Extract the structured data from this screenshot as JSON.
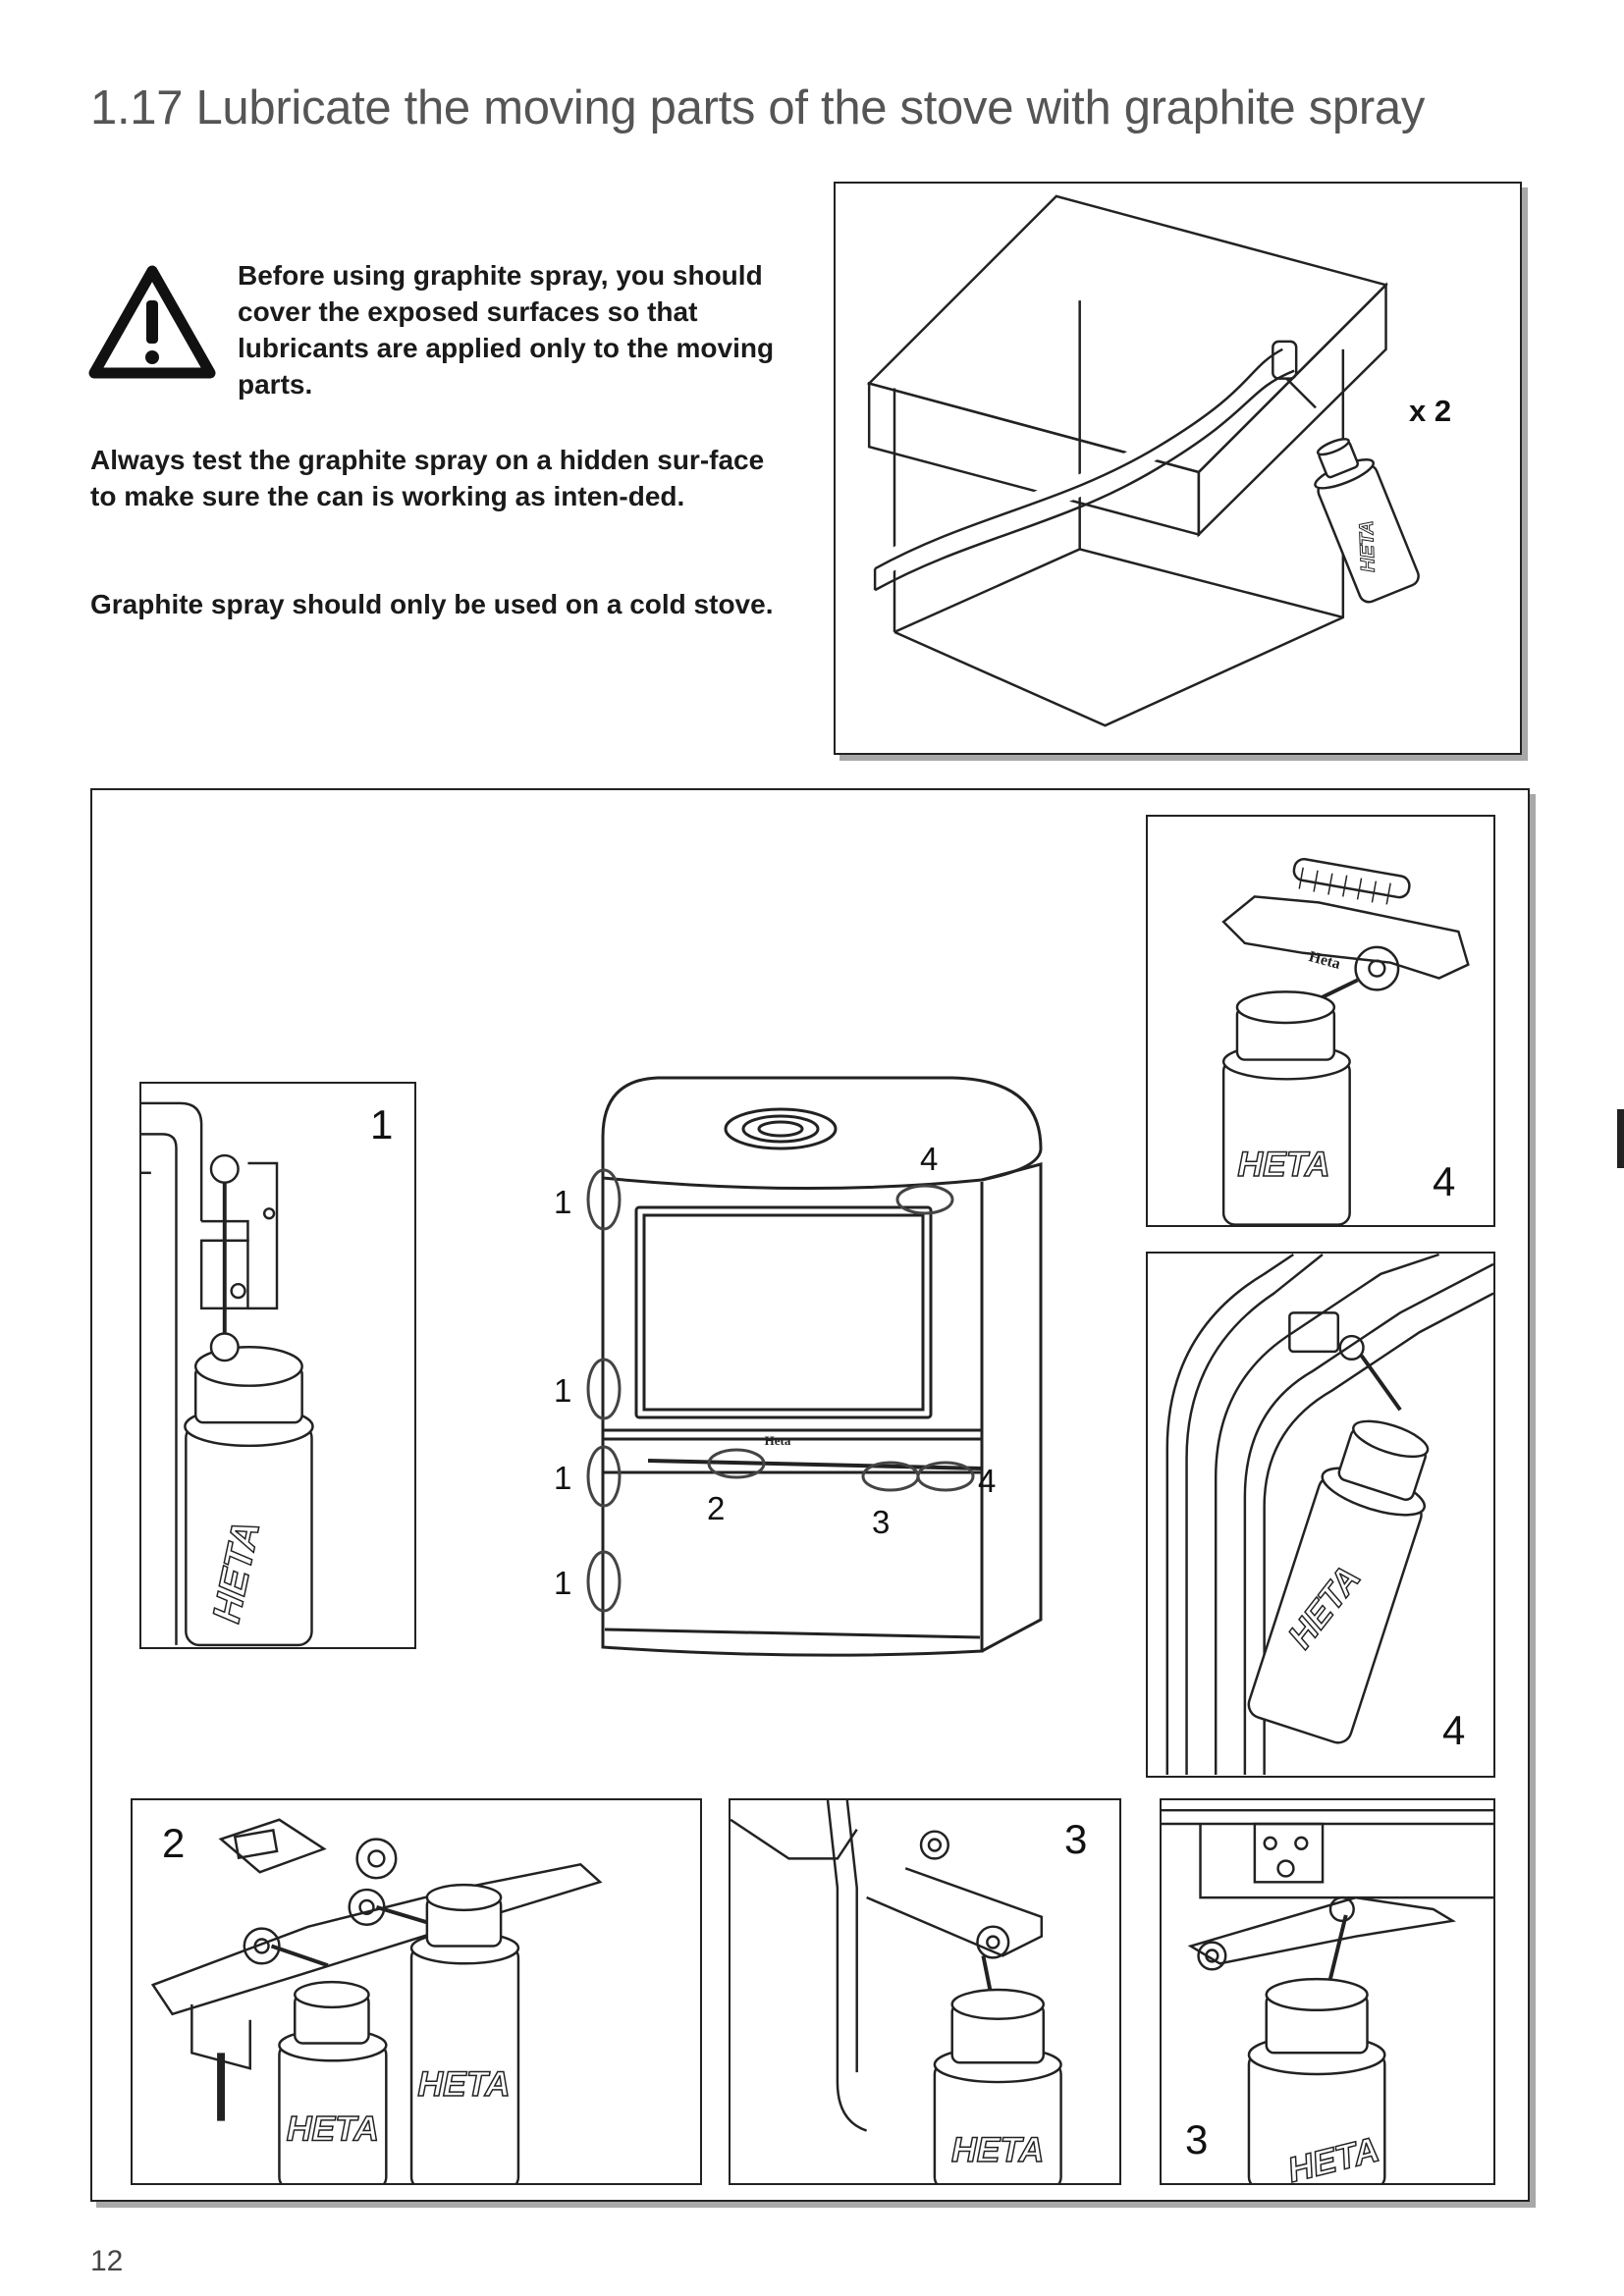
{
  "page": {
    "title": "1.17 Lubricate the moving parts of the stove with graphite spray",
    "warning": "Before using graphite spray, you should cover the exposed surfaces so that lubricants are applied only to the moving parts.",
    "paragraphs": [
      "Always test the graphite spray on a hidden sur-face to make sure the can is working as inten-ded.",
      "Graphite spray should only be used on a cold stove."
    ],
    "page_number": "12"
  },
  "top_figure": {
    "multiplier": "x 2",
    "can_brand": "HETA"
  },
  "main_figure": {
    "stove_brand": "Heta",
    "callouts": {
      "c1a": "1",
      "c1b": "1",
      "c1c": "1",
      "c1d": "1",
      "c2": "2",
      "c3": "3",
      "c4top": "4",
      "c4front": "4"
    },
    "details": {
      "d1": "1",
      "d4top": "4",
      "d4side": "4",
      "d2": "2",
      "d3mid": "3",
      "d3right": "3"
    },
    "can_brand": "HETA"
  },
  "icons": [
    "warning-triangle-icon"
  ]
}
